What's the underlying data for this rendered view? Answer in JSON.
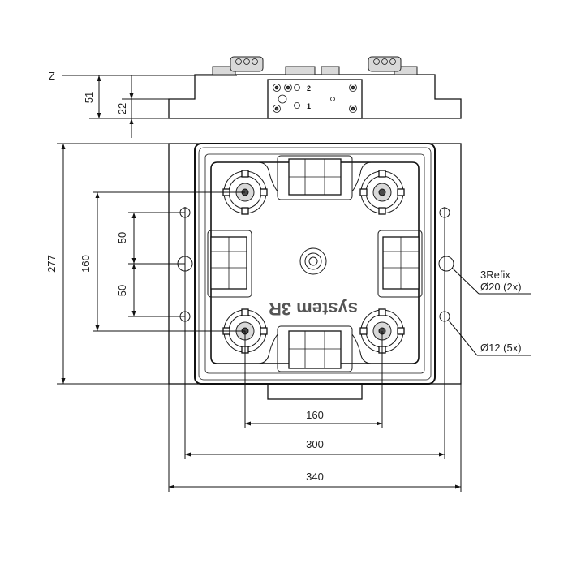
{
  "drawing": {
    "axis_label": "Z",
    "dims": {
      "height_total": "51",
      "height_step": "22",
      "overall_vertical": "277",
      "chuck_spacing_vertical": "160",
      "pin_spacing_upper": "50",
      "pin_spacing_lower": "50",
      "chuck_spacing_horizontal": "160",
      "hole_spacing": "300",
      "overall_width": "340"
    },
    "callouts": {
      "refix_line1": "3Refix",
      "refix_line2": "Ø20 (2x)",
      "holes": "Ø12 (5x)"
    },
    "side_view_markings": {
      "label_2": "2",
      "label_1": "1"
    },
    "brand_text": "system 3R"
  }
}
